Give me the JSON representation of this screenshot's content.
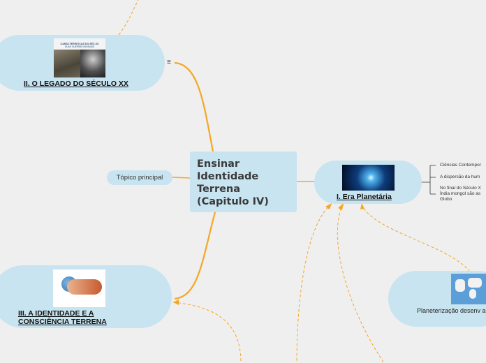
{
  "central": {
    "title": "Ensinar Identidade Terrena (Capitulo IV)"
  },
  "topics": {
    "legado": {
      "label": "II. O LEGADO DO SÉCULO XX",
      "image_title": "CARACTERÍSTICAS DO SÉC.XX",
      "image_subtitle": "DUAS GUERRAS MUNDIAIS"
    },
    "era": {
      "label": "I. Era Planetária"
    },
    "identidade": {
      "label": "III. A IDENTIDADE E A CONSCIÊNCIA TERRENA"
    },
    "generic": {
      "label": "Tópico principal"
    },
    "planet": {
      "label": "Planeterização desenv a:"
    }
  },
  "notes_icon": "≡",
  "era_leaves": [
    "Ciências Contempor",
    "A dispersão da hum",
    "No final do Século X Índia mongol são as Globo"
  ],
  "colors": {
    "branch": "#f5a623",
    "node_fill": "#c8e4f0",
    "background": "#efefef"
  }
}
